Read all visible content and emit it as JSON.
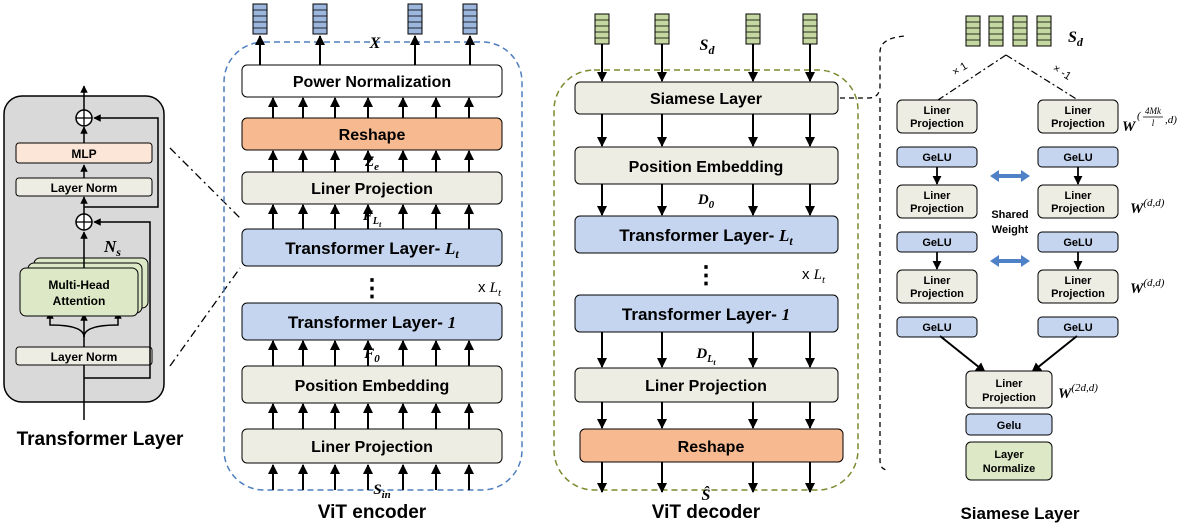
{
  "transformer": {
    "mlp": "MLP",
    "layer_norm_top": "Layer Norm",
    "mha_line1": "Multi-Head",
    "mha_line2": "Attention",
    "layer_norm_bottom": "Layer Norm",
    "ns_base": "N",
    "ns_sub": "s",
    "title": "Transformer Layer"
  },
  "encoder": {
    "output_symbol": "X",
    "power_norm": "Power Normalization",
    "reshape": "Reshape",
    "ze_base": "Z",
    "ze_sub": "e",
    "liner_projection_top": "Liner Projection",
    "flt_base": "F",
    "flt_sub": "L",
    "flt_subsub": "t",
    "transformer_lt_text": "Transformer Layer-",
    "transformer_lt_sym": "L",
    "transformer_lt_sub": "t",
    "dots": "⋮",
    "repeat_x": "x",
    "repeat_sym": "L",
    "repeat_sub": "t",
    "transformer_1_text": "Transformer Layer-",
    "transformer_1_num": "1",
    "f0_base": "F",
    "f0_sub": "0",
    "position_embedding": "Position Embedding",
    "liner_projection_bottom": "Liner Projection",
    "sin_base": "S",
    "sin_sub": "in",
    "title": "ViT encoder"
  },
  "decoder": {
    "sd_base": "S",
    "sd_sub": "d",
    "siamese_layer": "Siamese Layer",
    "position_embedding": "Position Embedding",
    "d0_base": "D",
    "d0_sub": "0",
    "transformer_lt_text": "Transformer Layer-",
    "transformer_lt_sym": "L",
    "transformer_lt_sub": "t",
    "dots": "⋮",
    "repeat_x": "x",
    "repeat_sym": "L",
    "repeat_sub": "t",
    "transformer_1_text": "Transformer Layer-",
    "transformer_1_num": "1",
    "dlt_base": "D",
    "dlt_sub": "L",
    "dlt_subsub": "t",
    "liner_projection": "Liner Projection",
    "reshape": "Reshape",
    "output_symbol": "Ŝ",
    "title": "ViT decoder"
  },
  "siamese": {
    "sd_base": "S",
    "sd_sub": "d",
    "mult_pos": "× 1",
    "mult_neg": "× -1",
    "liner": "Liner",
    "projection": "Projection",
    "gelu": "GeLU",
    "shared_line1": "Shared",
    "shared_line2": "Weight",
    "w1_base": "W",
    "w1_frac_num": "4Mk",
    "w1_frac_den": "l",
    "w1_tail": ",d)",
    "w1_open": "(",
    "w2_base": "W",
    "w2_sup": "(d,d)",
    "w3_base": "W",
    "w3_sup": "(d,d)",
    "w4_base": "W",
    "w4_sup": "(2d,d)",
    "gelu_final": "Gelu",
    "layer_line1": "Layer",
    "layer_line2": "Normalize",
    "title": "Siamese Layer"
  },
  "colors": {
    "beige": "#eeede3",
    "orange": "#f7b98f",
    "blue": "#c5d5ef",
    "green": "#dce8c6",
    "peach": "#fbe6d7",
    "grey_panel": "#d9d9d9",
    "enc_border": "#4f7fbf",
    "dec_border": "#7b8a2e",
    "token_blue": "#9db6dd",
    "token_green": "#c6d8a1"
  }
}
